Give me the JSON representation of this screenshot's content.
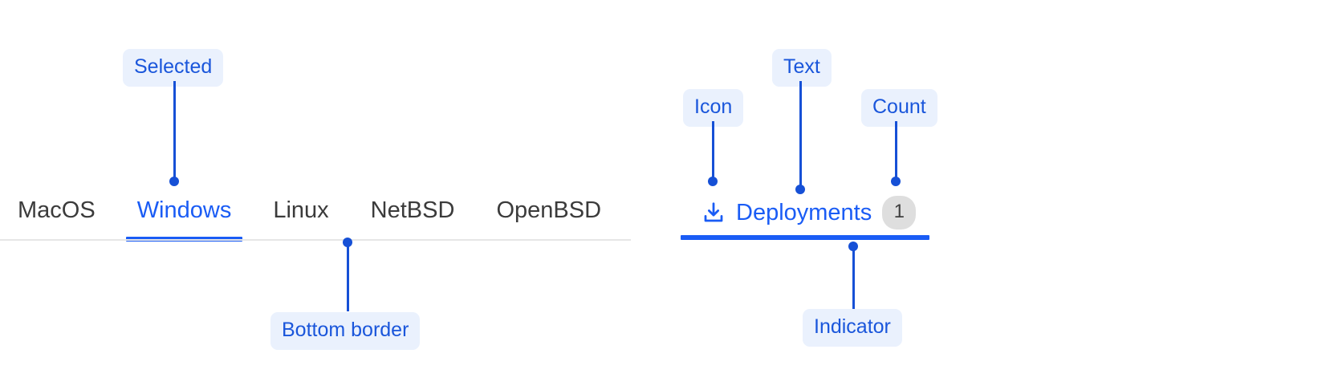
{
  "colors": {
    "accent": "#1a5cf5",
    "callout_text": "#1650d6",
    "callout_bg": "#eaf1fd",
    "tab_text": "#3b3b3b",
    "divider": "#e6e6e6",
    "count_bg": "#dedede",
    "count_text": "#3f3f3f"
  },
  "left_example": {
    "name": "tab-bar",
    "tabs": [
      {
        "label": "MacOS",
        "selected": false
      },
      {
        "label": "Windows",
        "selected": true
      },
      {
        "label": "Linux",
        "selected": false
      },
      {
        "label": "NetBSD",
        "selected": false
      },
      {
        "label": "OpenBSD",
        "selected": false
      }
    ],
    "annotations": [
      {
        "key": "selected",
        "label": "Selected"
      },
      {
        "key": "bottom_border",
        "label": "Bottom border"
      }
    ]
  },
  "right_example": {
    "name": "tab-anatomy",
    "tab": {
      "icon": "download-icon",
      "text": "Deployments",
      "count": "1"
    },
    "annotations": [
      {
        "key": "icon",
        "label": "Icon"
      },
      {
        "key": "text",
        "label": "Text"
      },
      {
        "key": "count",
        "label": "Count"
      },
      {
        "key": "indicator",
        "label": "Indicator"
      }
    ]
  }
}
